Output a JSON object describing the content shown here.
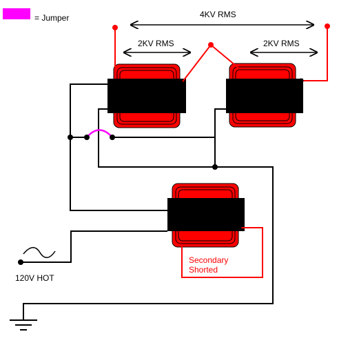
{
  "legend": {
    "swatch_color": "#ff00ff",
    "label": "= Jumper"
  },
  "labels": {
    "total_voltage": "4KV RMS",
    "left_voltage": "2KV RMS",
    "right_voltage": "2KV RMS",
    "source": "120V HOT",
    "note_line1": "Secondary",
    "note_line2": "Shorted"
  },
  "colors": {
    "wire": "#000000",
    "hv_wire": "#ff0000",
    "coil": "#ff0000",
    "jumper": "#ff00ff",
    "core": "#000000"
  },
  "icons": {
    "ac_source": "sine-wave-icon",
    "ground": "ground-icon"
  }
}
